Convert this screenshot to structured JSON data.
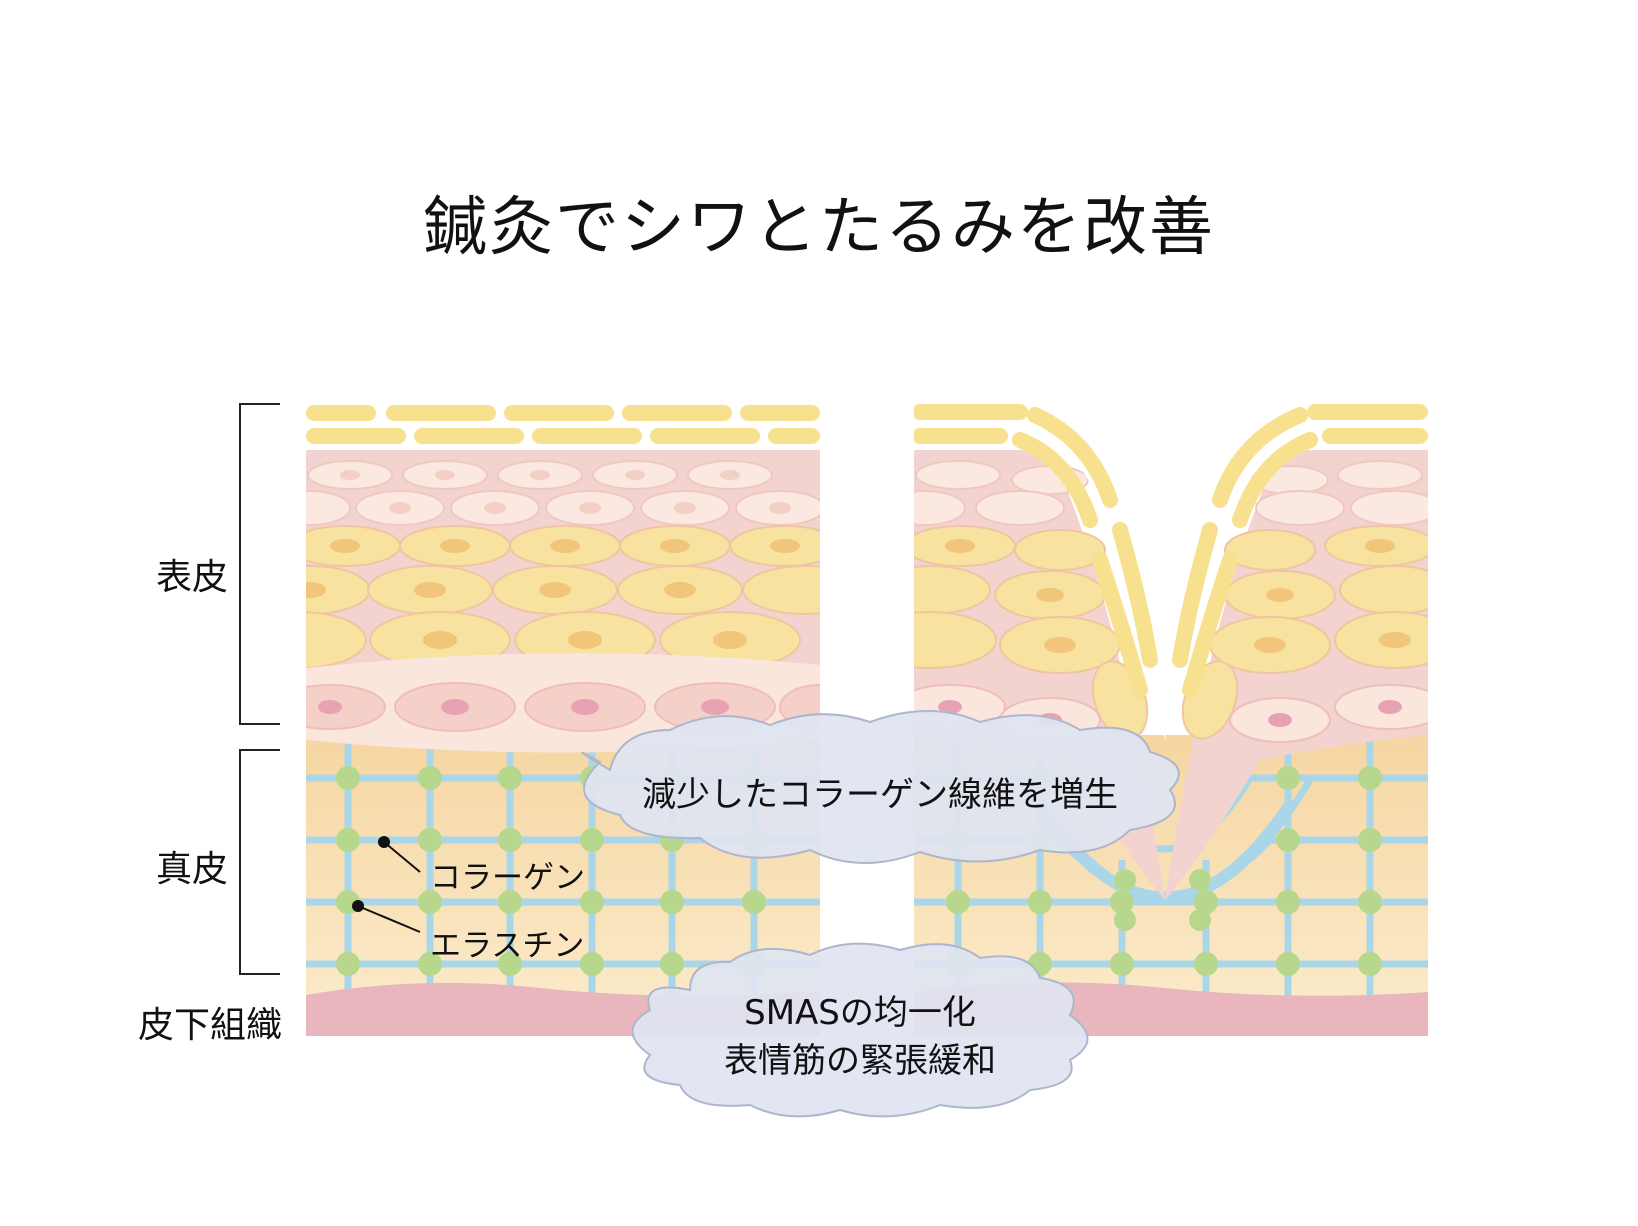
{
  "title": "鍼灸でシワとたるみを改善",
  "layers": {
    "epidermis": "表皮",
    "dermis": "真皮",
    "subcutaneous": "皮下組織"
  },
  "fibers": {
    "collagen": "コラーゲン",
    "elastin": "エラスチン"
  },
  "callouts": {
    "collagen_increase": "減少したコラーゲン線維を増生",
    "smas_line1": "SMASの均一化",
    "smas_line2": "表情筋の緊張緩和"
  },
  "colors": {
    "stratum_corneum": "#f7e08e",
    "epidermis_pink": "#f3d3cf",
    "cell_cream": "#f7e2a0",
    "cell_nucleus": "#f2c67a",
    "dermis": "#f7d9a8",
    "collagen_fiber": "#a9d6e8",
    "elastin_node": "#b7d88c",
    "subcutaneous": "#e8b6bc",
    "cloud_fill": "#dfe4f1",
    "cloud_stroke": "#aeb6cc"
  }
}
